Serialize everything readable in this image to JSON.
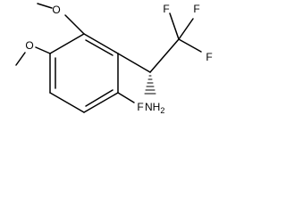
{
  "molecule": {
    "atoms": {
      "o_top": "O",
      "o_left": "O",
      "f_ring": "F",
      "f_cf3_a": "F",
      "f_cf3_b": "F",
      "f_cf3_c": "F",
      "amine": "NH",
      "amine_sub": "2"
    },
    "colors": {
      "bond": "#000000",
      "text": "#000000",
      "background": "#ffffff"
    }
  }
}
